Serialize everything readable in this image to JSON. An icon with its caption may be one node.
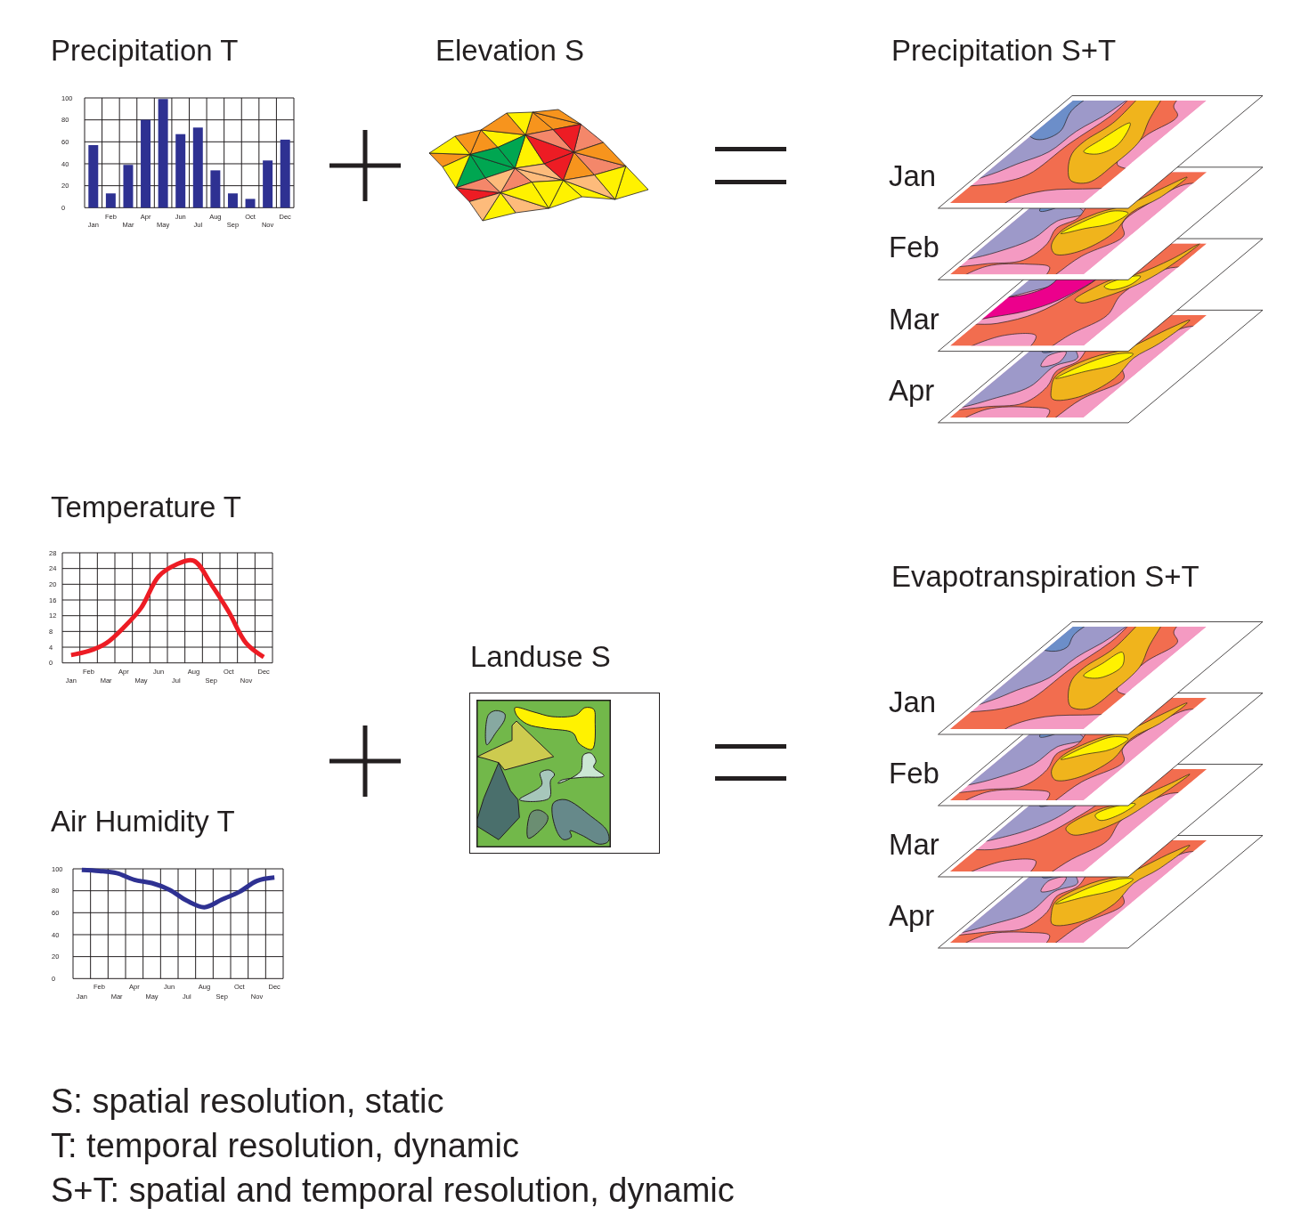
{
  "diagram": {
    "nodes": [
      {
        "text": [
          "Elevation S"
        ]
      },
      {
        "text": [
          "Precipitation S+T",
          "Jan",
          "Feb",
          "Mar",
          "Apr"
        ]
      },
      {
        "text": [
          "Evapotranspiration S+T",
          "Jan",
          "Feb",
          "Mar",
          "Apr"
        ]
      },
      {
        "text": [
          "Landuse S"
        ]
      }
    ],
    "labels": [
      "S: spatial resolution, static",
      "T: temporal resolution, dynamic",
      "S+T: spatial and temporal resolution, dynamic"
    ],
    "chart_data": [
      {
        "type": "bar",
        "title": "Precipitation T",
        "categories": [
          "Jan",
          "Feb",
          "Mar",
          "Apr",
          "May",
          "Jun",
          "Jul",
          "Aug",
          "Sep",
          "Oct",
          "Nov",
          "Dec"
        ],
        "series": [
          {
            "color": "#2e3192",
            "values": [
              57,
              13,
              39,
              80,
              99,
              67,
              73,
              34,
              13,
              8,
              43,
              62
            ]
          }
        ],
        "ylim": [
          0,
          100
        ],
        "yticks": [
          0,
          20,
          40,
          60,
          80,
          100
        ],
        "grid": true
      },
      {
        "type": "line",
        "title": "Temperature T",
        "categories": [
          "Jan",
          "Feb",
          "Mar",
          "Apr",
          "May",
          "Jun",
          "Jul",
          "Aug",
          "Sep",
          "Oct",
          "Nov",
          "Dec"
        ],
        "series": [
          {
            "color": "#ed1c24",
            "values": [
              2,
              3,
              5,
              9,
              14,
              22,
              25,
              26,
              20,
              13,
              5,
              1.5
            ]
          }
        ],
        "ylim": [
          0,
          28
        ],
        "yticks": [
          0,
          4,
          8,
          12,
          16,
          20,
          24,
          28
        ],
        "grid": true
      },
      {
        "type": "line",
        "title": "Air Humidity T",
        "categories": [
          "Jan",
          "Feb",
          "Mar",
          "Apr",
          "May",
          "Jun",
          "Jul",
          "Aug",
          "Sep",
          "Oct",
          "Nov",
          "Dec"
        ],
        "series": [
          {
            "color": "#2e3192",
            "values": [
              99,
              98,
              96,
              90,
              87,
              81,
              71,
              65,
              72,
              79,
              89,
              92
            ]
          }
        ],
        "ylim": [
          0,
          100
        ],
        "yticks": [
          0,
          20,
          40,
          60,
          80,
          100
        ],
        "grid": true
      }
    ]
  }
}
